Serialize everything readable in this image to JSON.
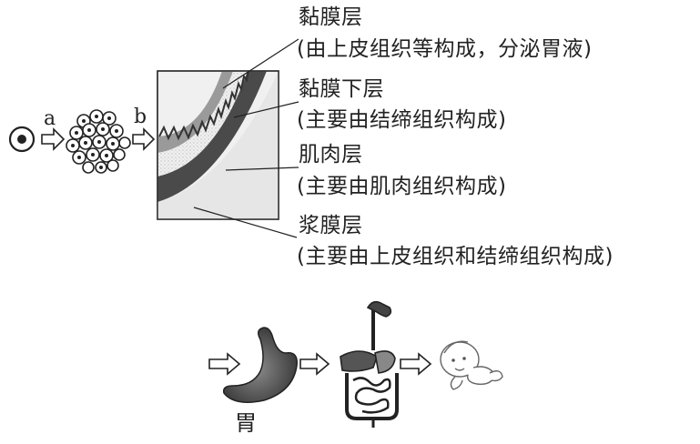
{
  "steps": {
    "a": "a",
    "b": "b"
  },
  "layers": [
    {
      "name": "黏膜层",
      "desc": "(由上皮组织等构成，分泌胃液)"
    },
    {
      "name": "黏膜下层",
      "desc": "(主要由结缔组织构成)"
    },
    {
      "name": "肌肉层",
      "desc": "(主要由肌肉组织构成)"
    },
    {
      "name": "浆膜层",
      "desc": "(主要由上皮组织和结缔组织构成)"
    }
  ],
  "organ_label": "胃",
  "icons": [
    "cell-icon",
    "cell-cluster-icon",
    "stomach-wall-icon",
    "stomach-icon",
    "digestive-system-icon",
    "baby-icon",
    "arrow-icon"
  ]
}
